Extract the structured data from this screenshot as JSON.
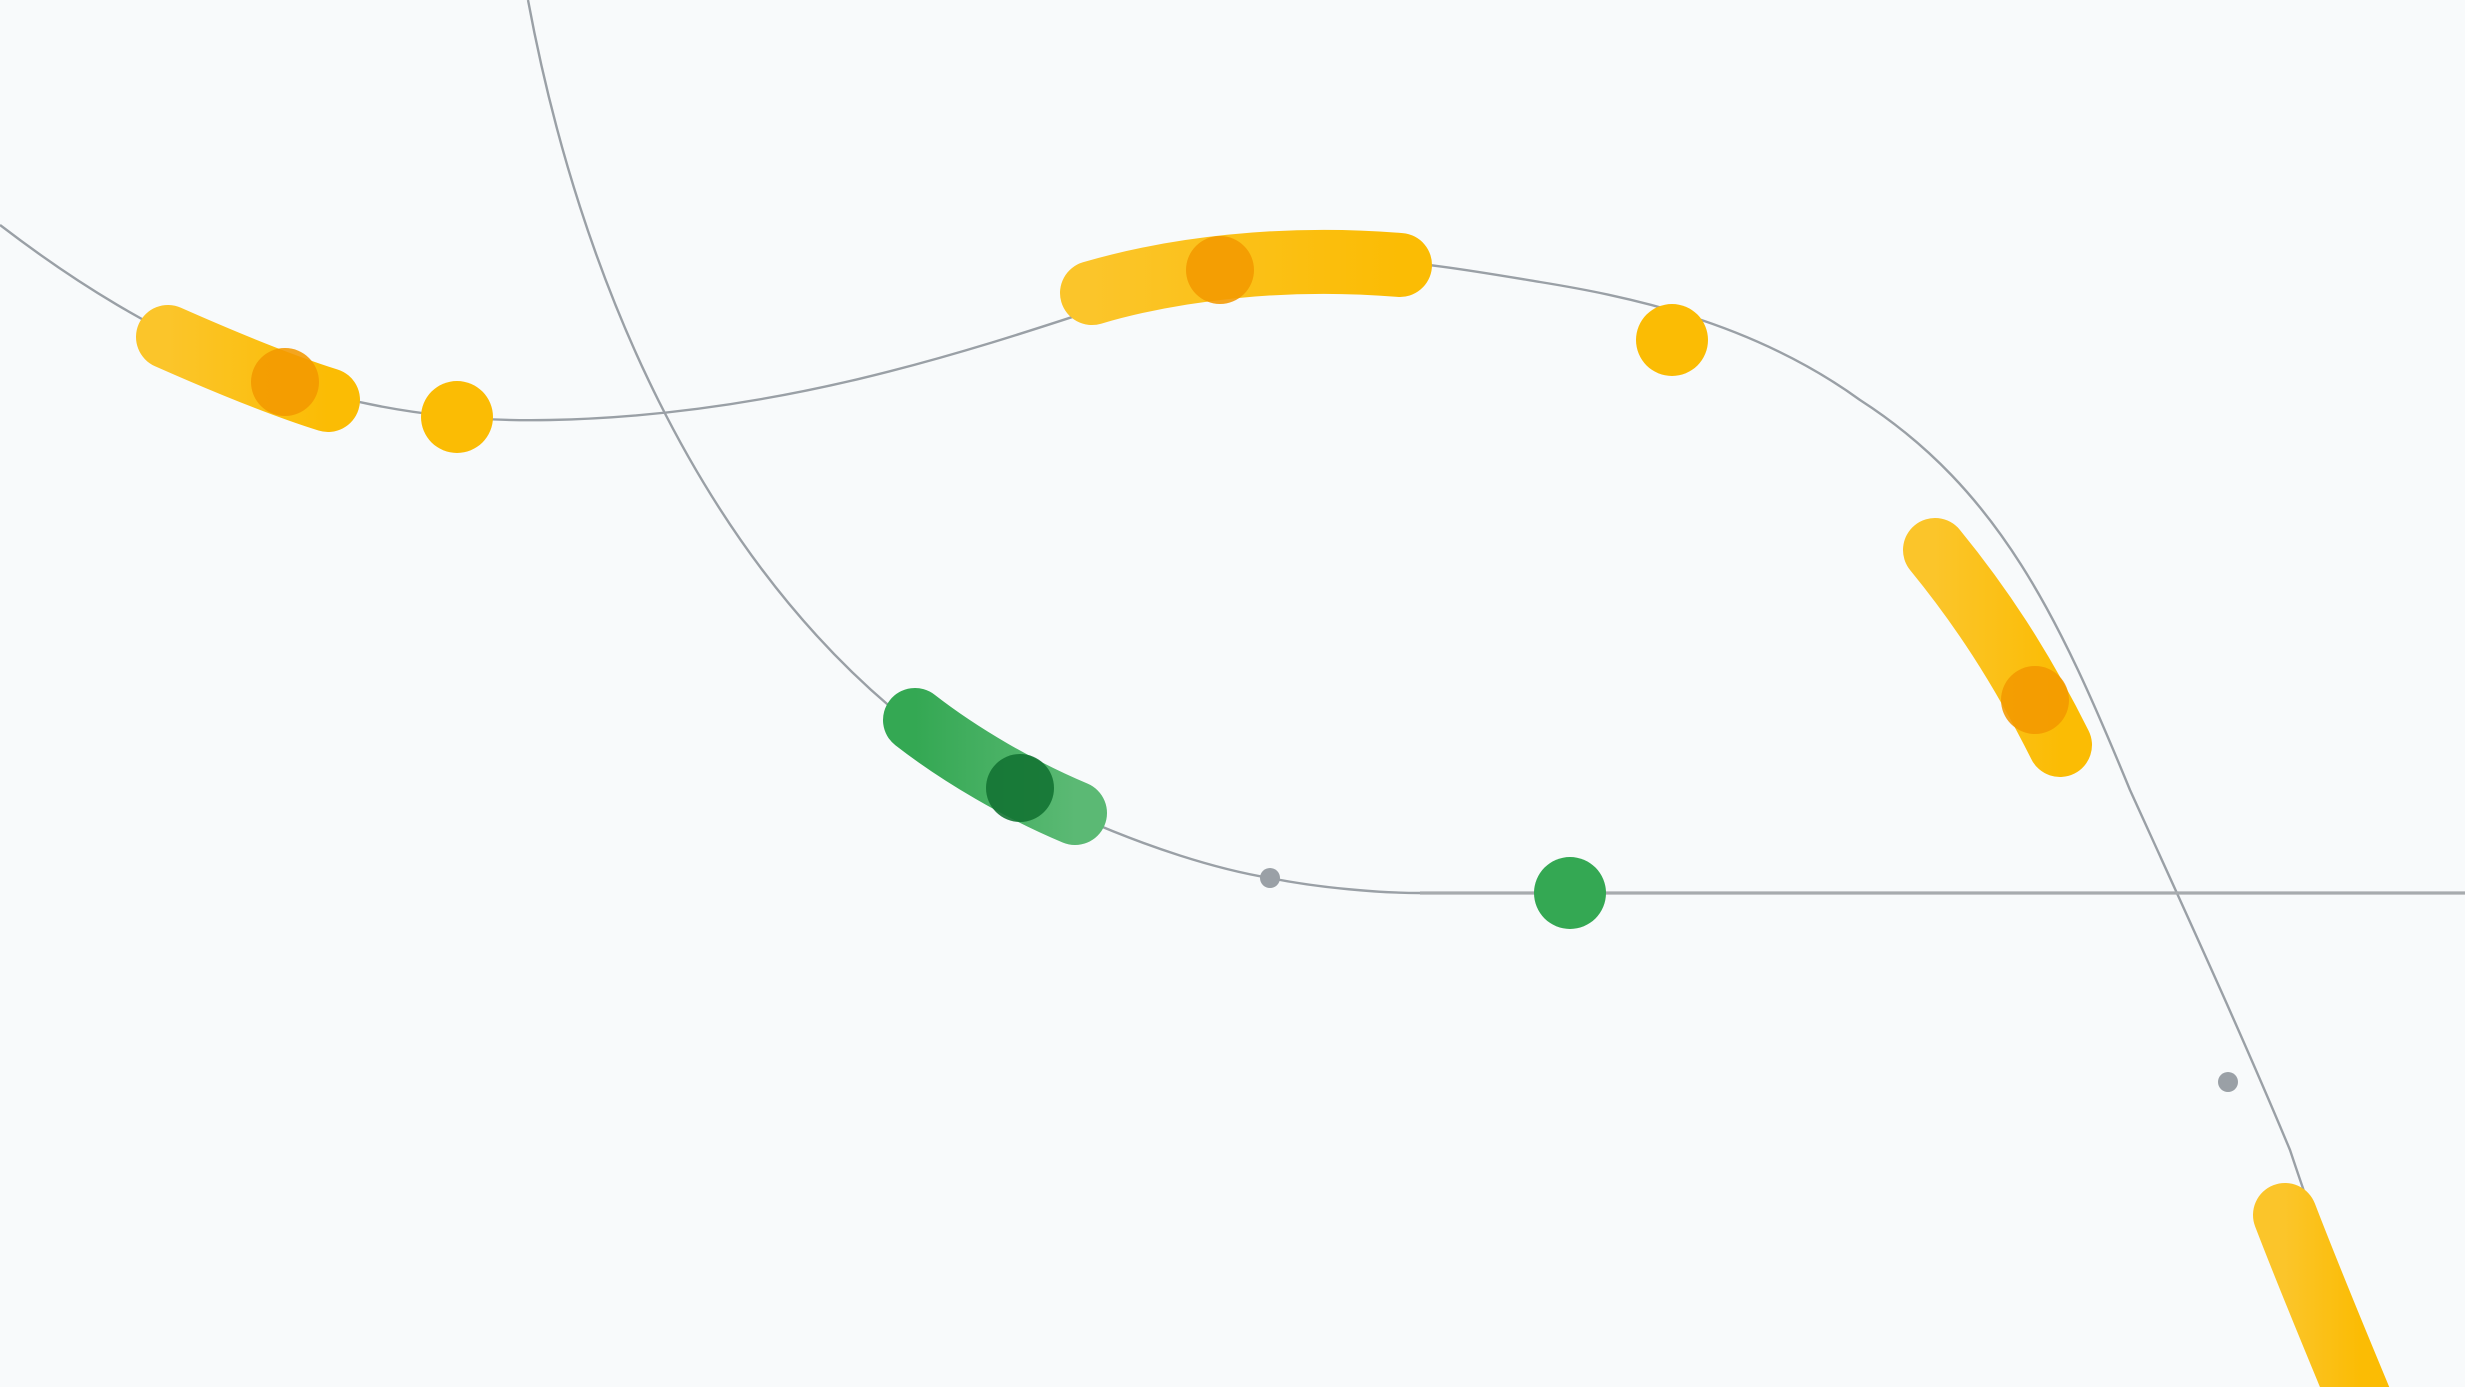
{
  "scene": {
    "description_free": true,
    "colors": {
      "background": "#f8fafb",
      "track": "#9aa0a6",
      "yellow": "#fbbc04",
      "orange": "#f29900",
      "green": "#34a853",
      "dark_green": "#137333"
    },
    "icons": [
      "track-curve",
      "pill-marker",
      "dot-marker"
    ]
  }
}
